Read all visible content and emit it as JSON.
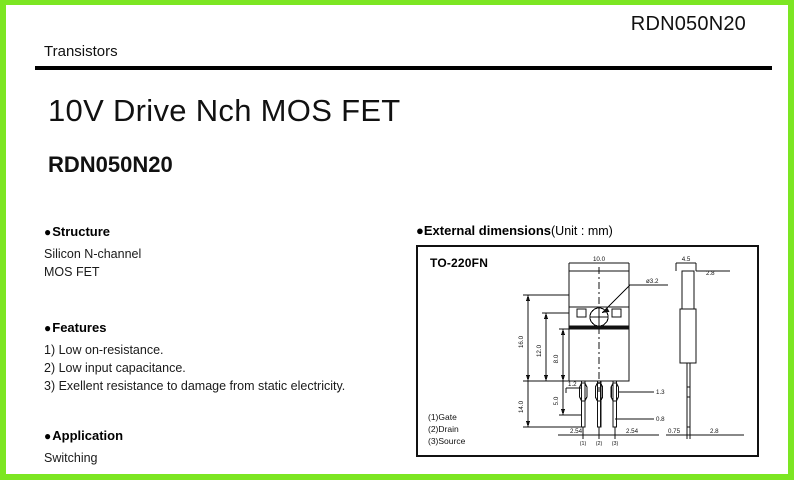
{
  "header": {
    "part_number": "RDN050N20",
    "category": "Transistors"
  },
  "titles": {
    "main": "10V Drive  Nch  MOS FET",
    "part_number": "RDN050N20"
  },
  "structure": {
    "heading": "Structure",
    "lines": [
      "Silicon N-channel",
      "MOS FET"
    ]
  },
  "features": {
    "heading": "Features",
    "items": [
      "1) Low on-resistance.",
      "2) Low input capacitance.",
      "3) Exellent resistance to damage from static electricity."
    ]
  },
  "application": {
    "heading": "Application",
    "lines": [
      "Switching"
    ]
  },
  "external_dimensions": {
    "heading": "External dimensions",
    "unit_note": "(Unit : mm)",
    "package_name": "TO-220FN",
    "pin_legend": [
      "(1)Gate",
      "(2)Drain",
      "(3)Source"
    ],
    "pin_numbers": [
      "(1)",
      "(2)",
      "(3)"
    ],
    "dimensions": {
      "body_width": "10.0",
      "hole_diameter": "ø3.2",
      "height_overall": "16.0",
      "height_body": "12.0",
      "height_upper": "8.0",
      "height_step": "5.0",
      "lead_length": "14.0",
      "lead_width": "1.2",
      "lead_spacing_left": "2.54",
      "lead_spacing_right": "2.54",
      "lead_thickness_upper": "1.3",
      "lead_thickness_lower": "0.8",
      "side_width": "4.5",
      "side_depth": "2.8",
      "side_lead_offset": "0.75",
      "side_lead_depth": "2.8"
    }
  },
  "colors": {
    "page_border": "#7ce622",
    "text": "#111111",
    "rule": "#000000"
  },
  "icons": {
    "bullet": "●"
  }
}
